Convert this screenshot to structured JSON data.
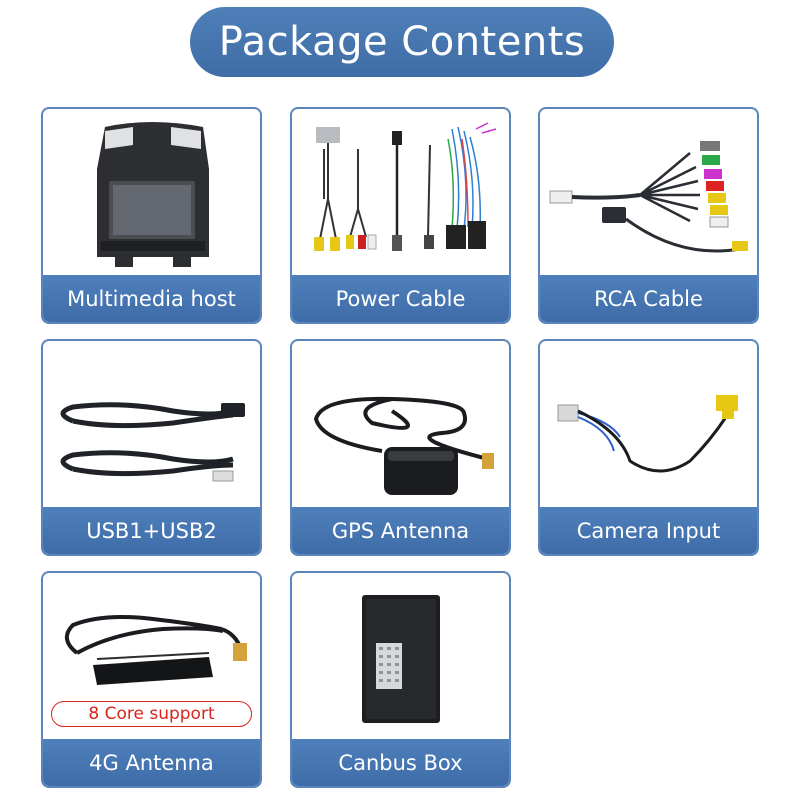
{
  "header": {
    "title": "Package Contents"
  },
  "items": [
    {
      "label": "Multimedia host",
      "icon": "head-unit-icon"
    },
    {
      "label": "Power Cable",
      "icon": "power-cable-icon"
    },
    {
      "label": "RCA Cable",
      "icon": "rca-cable-icon"
    },
    {
      "label": "USB1+USB2",
      "icon": "usb-cable-icon"
    },
    {
      "label": "GPS Antenna",
      "icon": "gps-antenna-icon"
    },
    {
      "label": "Camera Input",
      "icon": "camera-input-cable-icon"
    },
    {
      "label": "4G Antenna",
      "icon": "4g-antenna-icon",
      "badge": "8 Core support"
    },
    {
      "label": "Canbus Box",
      "icon": "canbus-box-icon"
    }
  ],
  "colors": {
    "accent": "#4a78b2",
    "badge": "#d9251c"
  }
}
